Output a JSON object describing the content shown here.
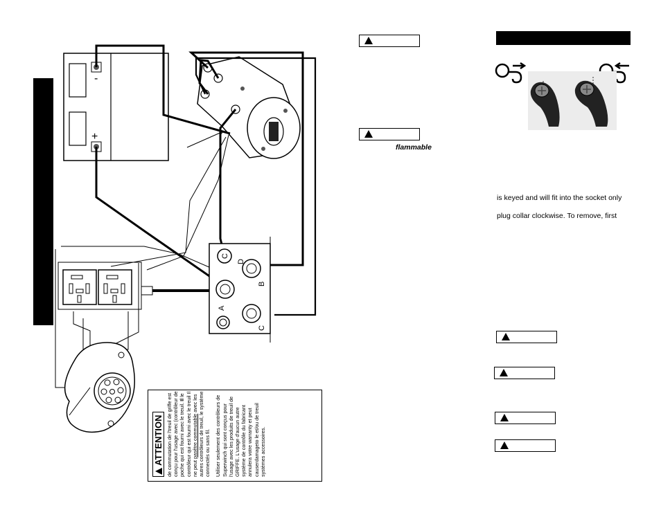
{
  "page_size": {
    "width": 954,
    "height": 737
  },
  "diagram_labels": {
    "battery_negative": "-",
    "battery_positive": "+",
    "terminal_a": "A",
    "terminal_b": "B",
    "terminal_c_top": "C",
    "terminal_c_bottom": "C",
    "terminal_d": "D"
  },
  "attention": {
    "title": "ATTENTION",
    "para1_parts": [
      "de commutation de l'treuil de griffe est conçu pour l'usage avec (contrôleur de poche qui est fourni avec le treuil. ",
      "Il",
      " le contrôleur qui est fourni avec le treuil Il ne peut ",
      "pasêtre commutable",
      " avec les autres contrôleurs de treuil, le système connectés ou sans fil."
    ],
    "para2": "Utiliser seulement des contrôleurs de Superwinch qui sont conçus pour l'usage avec les produits de treuil de GRIFFE. L'usage d'aucun autre système de contrôle du fabricant annulera votre warranty et peut causerdamageto le et/ou de treuil systèmes accessoires."
  },
  "middle_column": {
    "flammable": "flammable"
  },
  "right_column": {
    "line1": "is keyed and will fit into the socket only",
    "line2": "plug collar clockwise. To remove, first"
  },
  "warning_boxes": [
    {
      "id": "mid-1"
    },
    {
      "id": "mid-2"
    },
    {
      "id": "right-1"
    },
    {
      "id": "right-2"
    },
    {
      "id": "right-3"
    },
    {
      "id": "right-4"
    }
  ],
  "icons": [
    "warning-triangle-icon",
    "wire-out-hook-icon",
    "wire-in-hook-icon",
    "remote-controller-icon"
  ],
  "colors": {
    "ink": "#000000",
    "paper": "#ffffff",
    "photo_bg": "#e8e8e8"
  }
}
